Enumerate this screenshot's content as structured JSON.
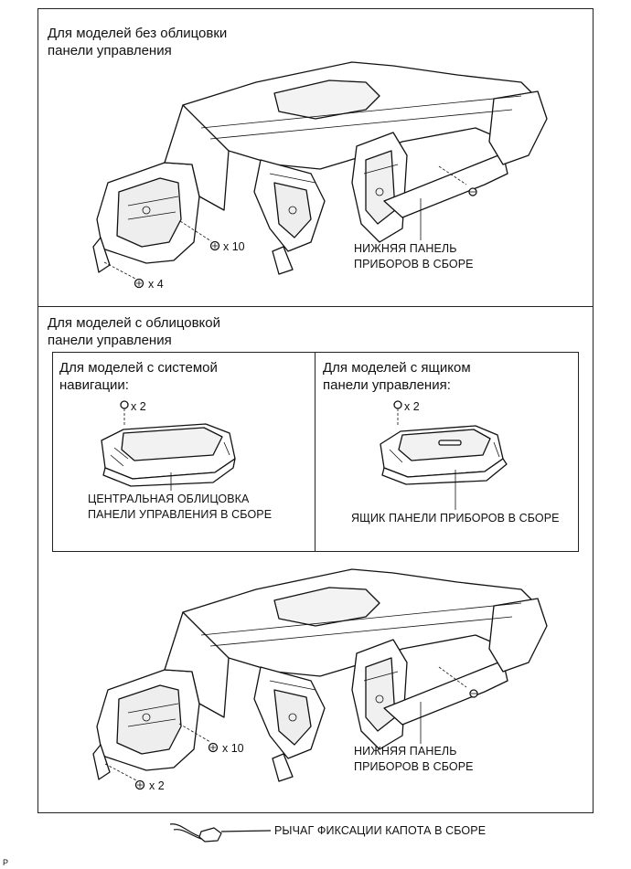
{
  "section_top": {
    "heading": "Для моделей без облицовки\nпанели управления",
    "part_label": "НИЖНЯЯ ПАНЕЛЬ\nПРИБОРОВ В СБОРЕ",
    "bolt_counts": {
      "a": "x 10",
      "b": "x 4"
    }
  },
  "section_bottom": {
    "heading": "Для моделей с облицовкой\nпанели управления",
    "nav_variant": {
      "heading": "Для моделей с системой\nнавигации:",
      "screw_count": "x 2",
      "part_label": "ЦЕНТРАЛЬНАЯ ОБЛИЦОВКА\nПАНЕЛИ УПРАВЛЕНИЯ В СБОРЕ"
    },
    "box_variant": {
      "heading": "Для моделей с ящиком\nпанели управления:",
      "screw_count": "x 2",
      "part_label": "ЯЩИК ПАНЕЛИ ПРИБОРОВ В СБОРЕ"
    },
    "part_label": "НИЖНЯЯ ПАНЕЛЬ\nПРИБОРОВ В СБОРЕ",
    "bolt_counts": {
      "a": "x 10",
      "b": "x 2"
    }
  },
  "footer": {
    "part_label": "РЫЧАГ ФИКСАЦИИ КАПОТА В СБОРЕ",
    "code": "P"
  },
  "icons": [
    "bolt-icon",
    "screw-icon",
    "hood-lock-lever-icon"
  ]
}
